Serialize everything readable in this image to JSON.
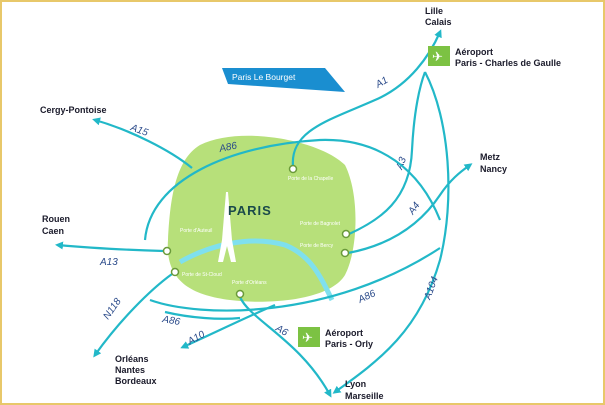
{
  "city": "PARIS",
  "banner": "Paris Le Bourget",
  "destinations": {
    "lille": [
      "Lille",
      "Calais"
    ],
    "cdg": [
      "Aéroport",
      "Paris - Charles de Gaulle"
    ],
    "cergy": [
      "Cergy-Pontoise"
    ],
    "metz": [
      "Metz",
      "Nancy"
    ],
    "rouen": [
      "Rouen",
      "Caen"
    ],
    "orly": [
      "Aéroport",
      "Paris - Orly"
    ],
    "orleans": [
      "Orléans",
      "Nantes",
      "Bordeaux"
    ],
    "lyon": [
      "Lyon",
      "Marseille"
    ]
  },
  "roads": [
    {
      "id": "A1",
      "label": "A1"
    },
    {
      "id": "A3",
      "label": "A3"
    },
    {
      "id": "A4",
      "label": "A4"
    },
    {
      "id": "A104",
      "label": "A104"
    },
    {
      "id": "A86n",
      "label": "A86"
    },
    {
      "id": "A86s",
      "label": "A86"
    },
    {
      "id": "A86e",
      "label": "A86"
    },
    {
      "id": "A15",
      "label": "A15"
    },
    {
      "id": "A13",
      "label": "A13"
    },
    {
      "id": "N118",
      "label": "N118"
    },
    {
      "id": "A10",
      "label": "A10"
    },
    {
      "id": "A6",
      "label": "A6"
    }
  ],
  "portes": [
    "Porte de la Chapelle",
    "Porte de Bagnolet",
    "Porte de Bercy",
    "Porte d'Auteuil",
    "Porte de St-Cloud",
    "Porte d'Orléans"
  ],
  "colors": {
    "road": "#22b8c8",
    "paris": "#b7e07a",
    "airport": "#7cc243",
    "banner": "#1a8ed0",
    "frame": "#e8c86a"
  }
}
